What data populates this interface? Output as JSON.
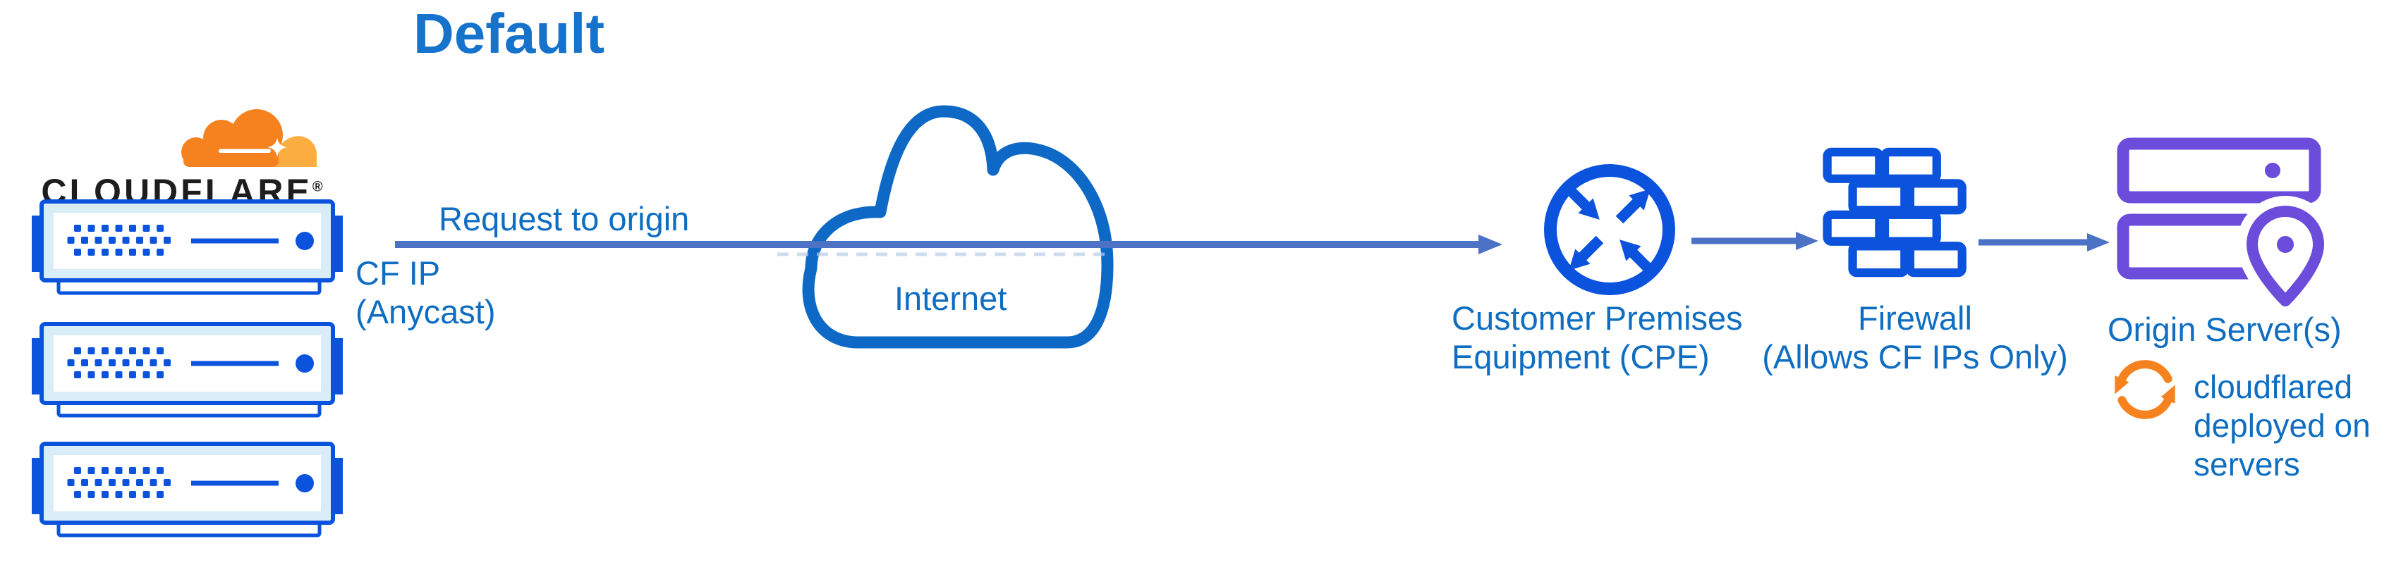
{
  "title": "Default",
  "logo": {
    "wordmark": "CLOUDFLARE",
    "registered": "®"
  },
  "edge_label": {
    "request": "Request to origin",
    "cf_ip": "CF IP\n(Anycast)"
  },
  "internet": {
    "label": "Internet"
  },
  "cpe": {
    "label": "Customer Premises\nEquipment (CPE)"
  },
  "firewall": {
    "label": "Firewall\n(Allows CF IPs Only)"
  },
  "origin": {
    "label": "Origin Server(s)",
    "note": "cloudflared\ndeployed on\nservers"
  },
  "colors": {
    "title_text": "#1673cb",
    "label_text": "#0f6ec2",
    "icon_blue": "#0b52dd",
    "connector_blue": "#4c72c6",
    "cloud_stroke": "#0e68c6",
    "server_fill": "#d8edf8",
    "orange": "#f6821f",
    "orange_light": "#fbad41",
    "purple": "#6b4cdb",
    "wordmark_black": "#1d1d1f"
  },
  "icons": {
    "cloudflare-logo-cloud-icon": "orange cloudflare cloud",
    "edge-server-icon": "blue rack server, shown three times",
    "internet-cloud-icon": "blue cloud outline",
    "cpe-router-icon": "circle with four diagonal arrows",
    "firewall-icon": "blue brick wall",
    "origin-servers-icon": "purple server racks with location pin",
    "cloudflared-sync-icon": "orange circular refresh arrows",
    "flow-arrow-icon": "right-pointing connector arrow"
  }
}
